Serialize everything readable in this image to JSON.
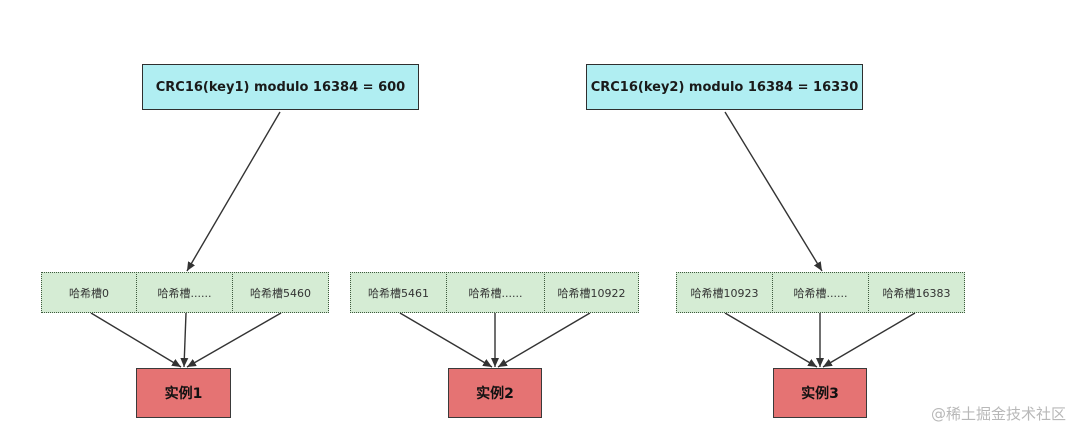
{
  "calculations": [
    {
      "text": "CRC16(key1) modulo 16384 = 600"
    },
    {
      "text": "CRC16(key2) modulo 16384 = 16330"
    }
  ],
  "groups": [
    {
      "slots": [
        "哈希槽0",
        "哈希槽......",
        "哈希槽5460"
      ],
      "instance": "实例1"
    },
    {
      "slots": [
        "哈希槽5461",
        "哈希槽......",
        "哈希槽10922"
      ],
      "instance": "实例2"
    },
    {
      "slots": [
        "哈希槽10923",
        "哈希槽......",
        "哈希槽16383"
      ],
      "instance": "实例3"
    }
  ],
  "watermark": "@稀土掘金技术社区",
  "colors": {
    "calc_fill": "#b0eef2",
    "slot_fill": "#d5ecd4",
    "instance_fill": "#e57373",
    "line": "#333333"
  }
}
